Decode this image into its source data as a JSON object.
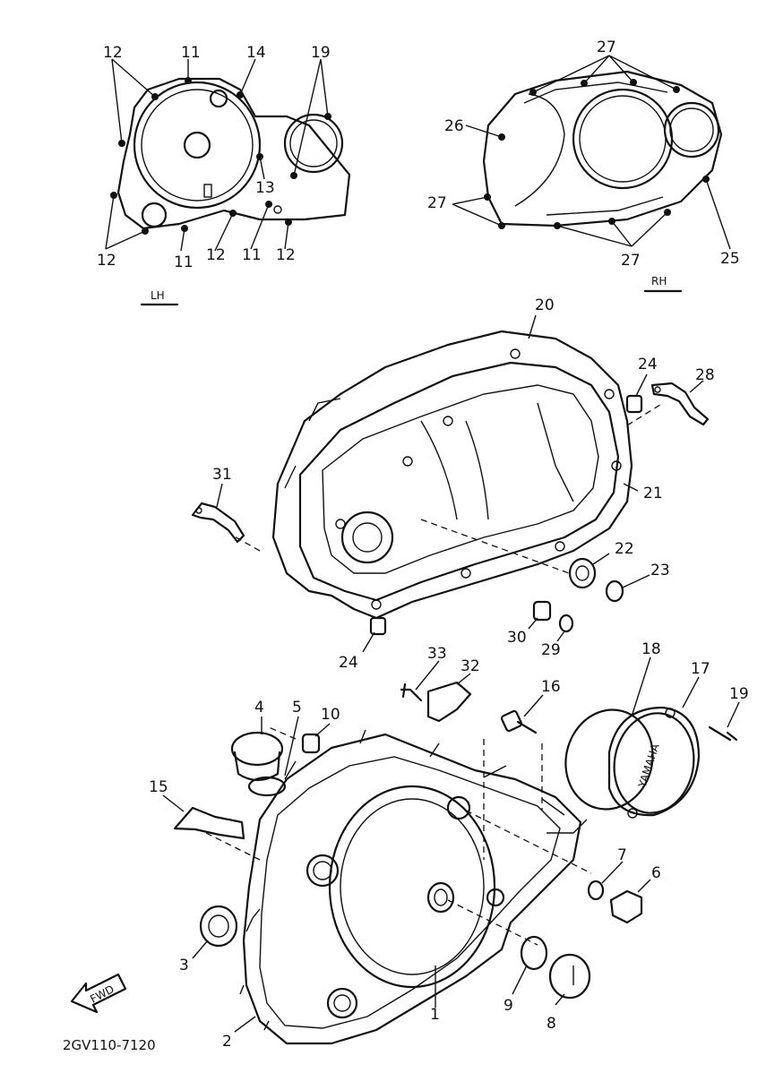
{
  "sections": {
    "lh": "LH",
    "rh": "RH"
  },
  "diagram_code": "2GV110-7120",
  "direction_badge": "FWD",
  "logo_text": "YAMAHA",
  "callouts": {
    "c1": "1",
    "c2": "2",
    "c3": "3",
    "c4": "4",
    "c5": "5",
    "c6": "6",
    "c7": "7",
    "c8": "8",
    "c9": "9",
    "c10": "10",
    "c11a": "11",
    "c11b": "11",
    "c11c": "11",
    "c12a": "12",
    "c12b": "12",
    "c12c": "12",
    "c12d": "12",
    "c13": "13",
    "c14": "14",
    "c15": "15",
    "c16": "16",
    "c17": "17",
    "c18": "18",
    "c19a": "19",
    "c19b": "19",
    "c20": "20",
    "c21": "21",
    "c22": "22",
    "c23": "23",
    "c24a": "24",
    "c24b": "24",
    "c25": "25",
    "c26": "26",
    "c27a": "27",
    "c27b": "27",
    "c27c": "27",
    "c28": "28",
    "c29": "29",
    "c30": "30",
    "c31": "31",
    "c32": "32",
    "c33": "33"
  }
}
